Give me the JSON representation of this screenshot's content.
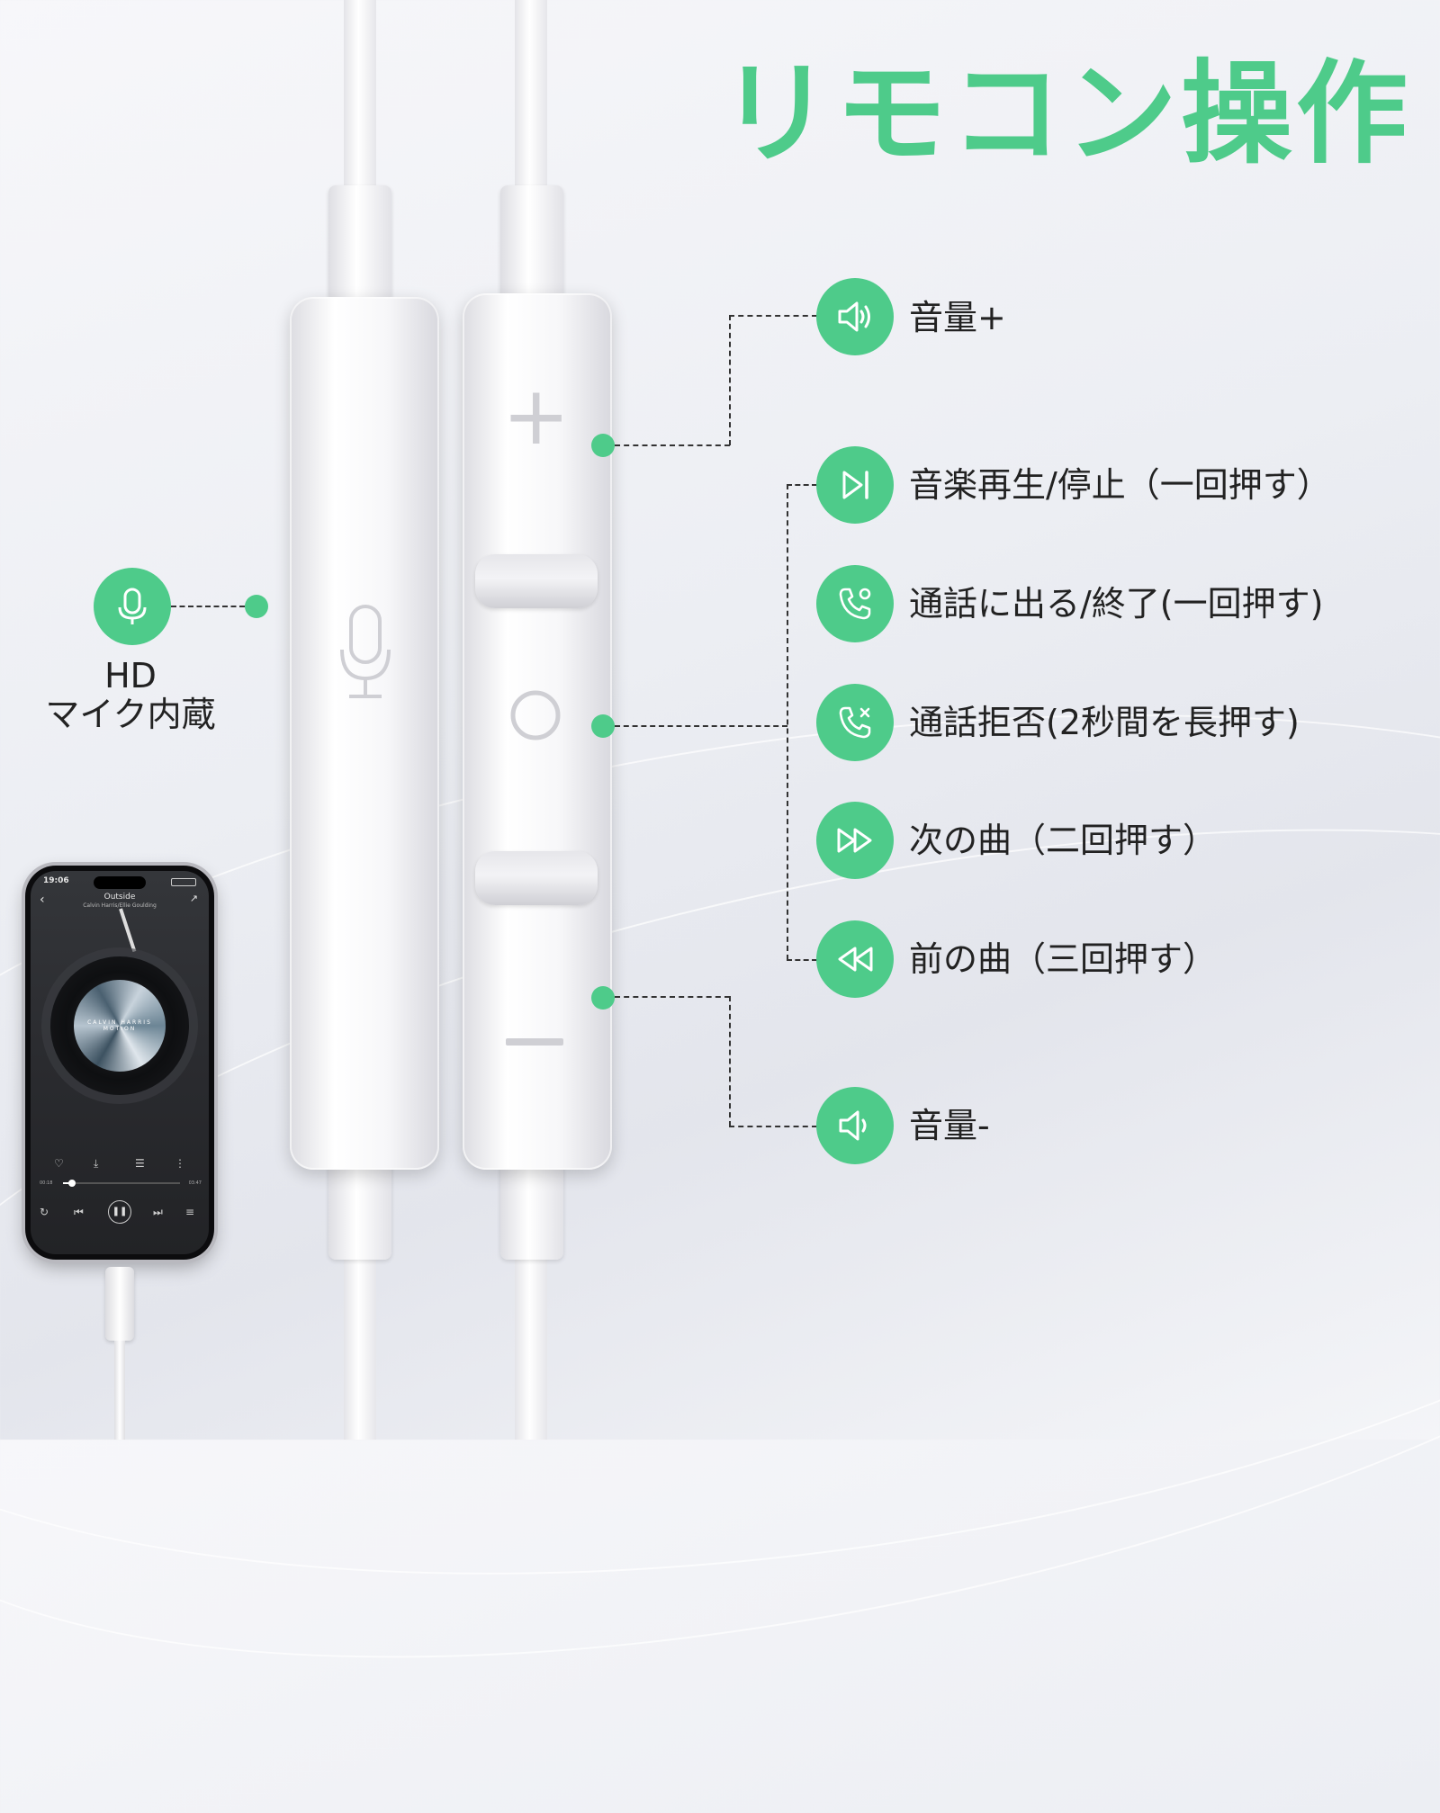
{
  "title": "リモコン操作",
  "mic": {
    "line1": "HD",
    "line2": "マイク内蔵",
    "icon": "microphone-icon"
  },
  "controls": [
    {
      "icon": "volume-up-icon",
      "label": "音量+"
    },
    {
      "icon": "play-pause-icon",
      "label": "音楽再生/停止（一回押す）"
    },
    {
      "icon": "phone-answer-icon",
      "label": "通話に出る/終了(一回押す)"
    },
    {
      "icon": "phone-reject-icon",
      "label": "通話拒否(2秒間を長押す)"
    },
    {
      "icon": "fast-forward-icon",
      "label": "次の曲（二回押す）"
    },
    {
      "icon": "rewind-icon",
      "label": "前の曲（三回押す）"
    },
    {
      "icon": "volume-down-icon",
      "label": "音量-"
    }
  ],
  "phone": {
    "time": "19:06",
    "song_title": "Outside",
    "artist": "Calvin Harris/Ellie Goulding",
    "album_text": "CALVIN HARRIS MOTION",
    "elapsed": "00:18",
    "duration": "03:47"
  },
  "colors": {
    "accent": "#4ecb8a",
    "text": "#222222"
  }
}
